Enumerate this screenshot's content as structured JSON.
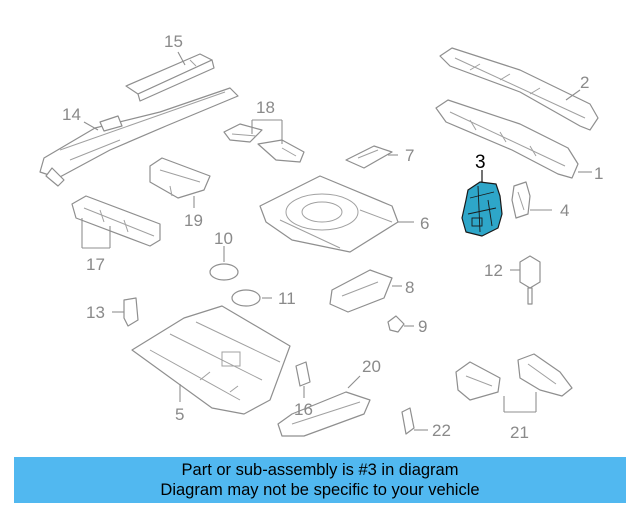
{
  "diagram": {
    "callouts": [
      "1",
      "2",
      "3",
      "4",
      "5",
      "6",
      "7",
      "8",
      "9",
      "10",
      "11",
      "12",
      "13",
      "14",
      "15",
      "16",
      "17",
      "18",
      "19",
      "20",
      "21",
      "22"
    ],
    "highlighted_part": "3",
    "highlight_color": "#2ea6c9",
    "line_color": "#8f8f8f"
  },
  "banner": {
    "line1": "Part or sub-assembly is #3 in diagram",
    "line2": "Diagram may not be specific to your vehicle",
    "background": "#51b8f0"
  }
}
